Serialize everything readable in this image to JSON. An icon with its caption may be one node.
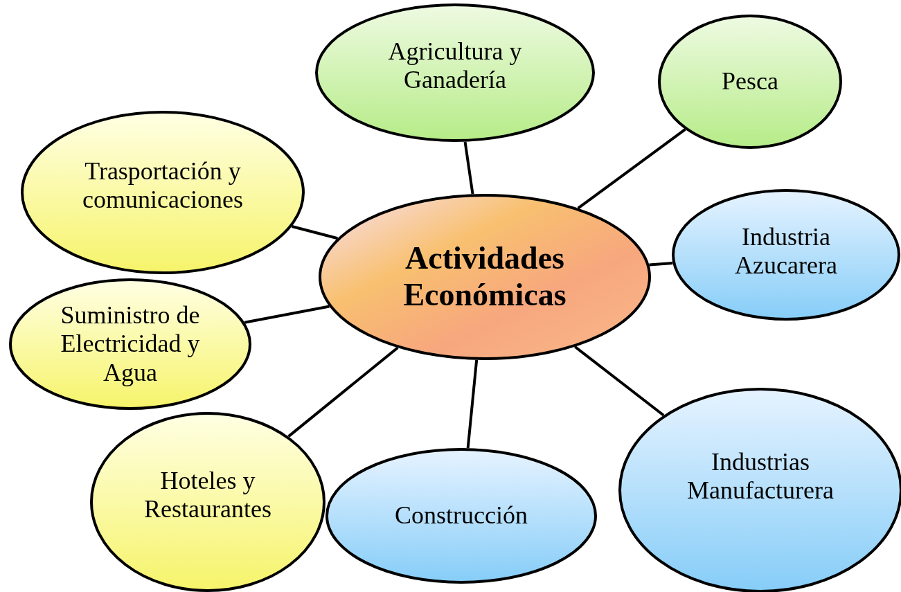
{
  "diagram": {
    "nodes": [
      {
        "text": [
          "Agricultura y Ganadería"
        ]
      },
      {
        "text": [
          "Pesca"
        ]
      },
      {
        "text": [
          "Trasportación y comunicaciones"
        ]
      },
      {
        "text": [
          "Actividades Económicas"
        ]
      },
      {
        "text": [
          "Industria Azucarera"
        ]
      },
      {
        "text": [
          "Suministro de Electricidad y Agua"
        ]
      },
      {
        "text": [
          "Hoteles y Restaurantes"
        ]
      },
      {
        "text": [
          "Construcción"
        ]
      },
      {
        "text": [
          "Industrias Manufacturera"
        ]
      }
    ],
    "edges": [
      {
        "from": 3,
        "to": 0,
        "arrow": "none"
      },
      {
        "from": 3,
        "to": 1,
        "arrow": "none"
      },
      {
        "from": 3,
        "to": 2,
        "arrow": "none"
      },
      {
        "from": 3,
        "to": 4,
        "arrow": "none"
      },
      {
        "from": 3,
        "to": 5,
        "arrow": "none"
      },
      {
        "from": 3,
        "to": 6,
        "arrow": "none"
      },
      {
        "from": 3,
        "to": 7,
        "arrow": "none"
      },
      {
        "from": 3,
        "to": 8,
        "arrow": "none"
      }
    ]
  }
}
